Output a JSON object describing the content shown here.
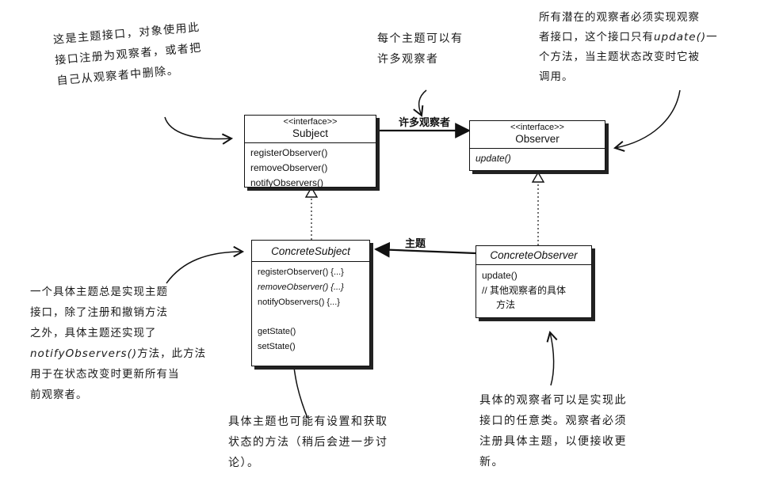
{
  "subject": {
    "stereotype": "<<interface>>",
    "name": "Subject",
    "methods": [
      "registerObserver()",
      "removeObserver()",
      "notifyObservers()"
    ]
  },
  "observer": {
    "stereotype": "<<interface>>",
    "name": "Observer",
    "methods": [
      "update()"
    ]
  },
  "concrete_subject": {
    "name": "ConcreteSubject",
    "methods": [
      "registerObserver() {...}",
      "removeObserver() {...}",
      "notifyObservers() {...}",
      "getState()",
      "setState()"
    ]
  },
  "concrete_observer": {
    "name": "ConcreteObserver",
    "methods": [
      "update()",
      "// 其他观察者的具体",
      "方法"
    ]
  },
  "relations": {
    "many_observers": "许多观察者",
    "subject": "主题"
  },
  "notes": {
    "subject_interface": [
      "这是主题接口，对象使用此",
      "接口注册为观察者，或者把",
      "自己从观察者中删除。"
    ],
    "many_observers": [
      "每个主题可以有",
      "许多观察者"
    ],
    "observer_interface_1": "所有潜在的观察者必须实现观察",
    "observer_interface_2a": "者接口，这个接口只有",
    "observer_interface_2b": "update()",
    "observer_interface_2c": "一",
    "observer_interface_3": "个方法，当主题状态改变时它被",
    "observer_interface_4": "调用。",
    "concrete_subject_1": "一个具体主题总是实现主题",
    "concrete_subject_2": "接口，除了注册和撤销方法",
    "concrete_subject_3": "之外，具体主题还实现了",
    "concrete_subject_4a": "notifyObservers()",
    "concrete_subject_4b": "方法，此方法",
    "concrete_subject_5": "用于在状态改变时更新所有当",
    "concrete_subject_6": "前观察者。",
    "getset": [
      "具体主题也可能有设置和获取",
      "状态的方法（稍后会进一步讨",
      "论）。"
    ],
    "concrete_observer": [
      "具体的观察者可以是实现此",
      "接口的任意类。观察者必须",
      "注册具体主题，以便接收更",
      "新。"
    ]
  }
}
